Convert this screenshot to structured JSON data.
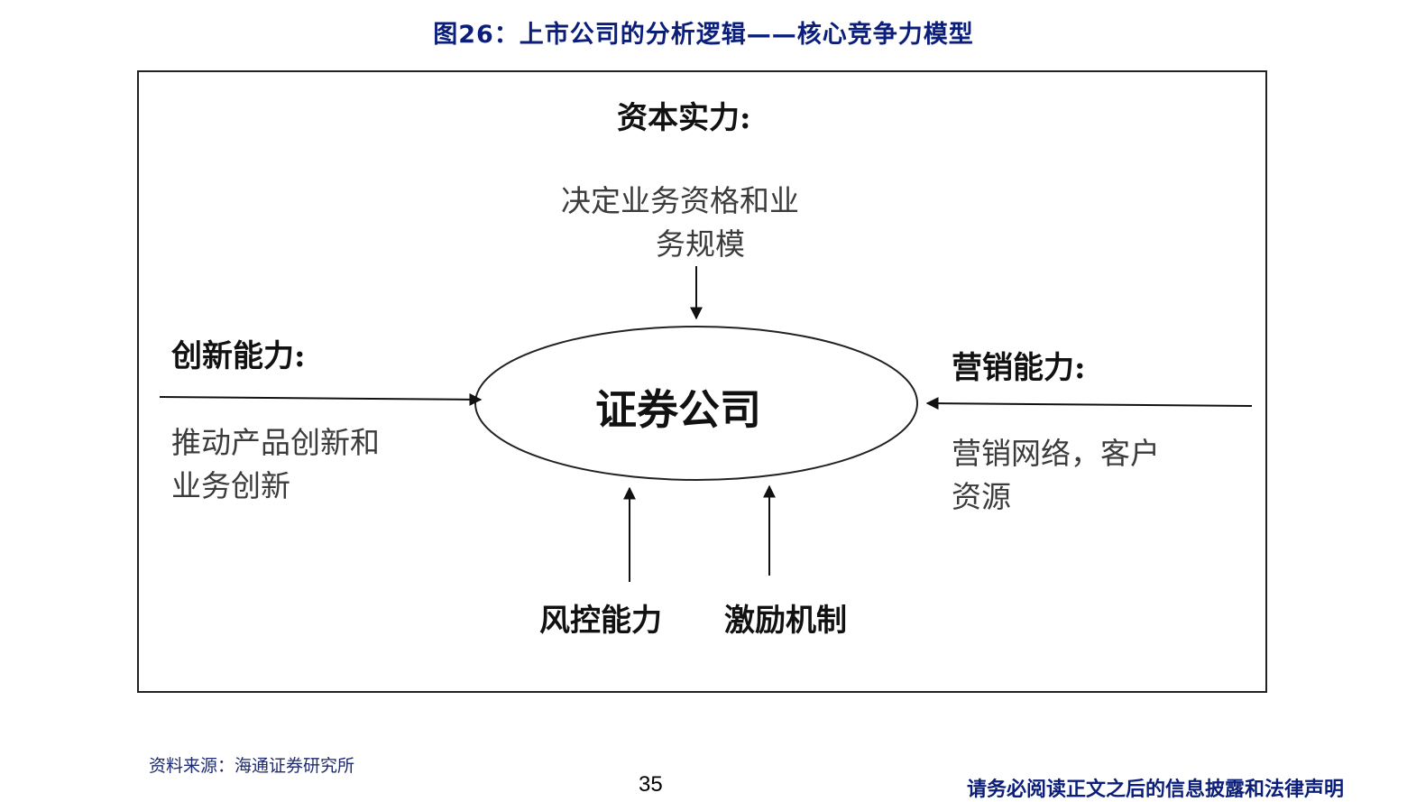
{
  "title": "图26：上市公司的分析逻辑——核心竞争力模型",
  "diagram": {
    "center_label": "证券公司",
    "top": {
      "header": "资本实力:",
      "desc_line1": "决定业务资格和业",
      "desc_line2": "务规模"
    },
    "left": {
      "header": "创新能力:",
      "desc_line1": "推动产品创新和",
      "desc_line2": "业务创新"
    },
    "right": {
      "header": "营销能力:",
      "desc_line1": "营销网络，客户",
      "desc_line2": "资源"
    },
    "bottom_left": {
      "label": "风控能力"
    },
    "bottom_right": {
      "label": "激励机制"
    }
  },
  "footer": {
    "source": "资料来源：海通证券研究所",
    "page_number": "35",
    "disclaimer": "请务必阅读正文之后的信息披露和法律声明"
  },
  "colors": {
    "title": "#0b1e7a",
    "frame": "#222222",
    "description_text": "#3b3b3b"
  }
}
